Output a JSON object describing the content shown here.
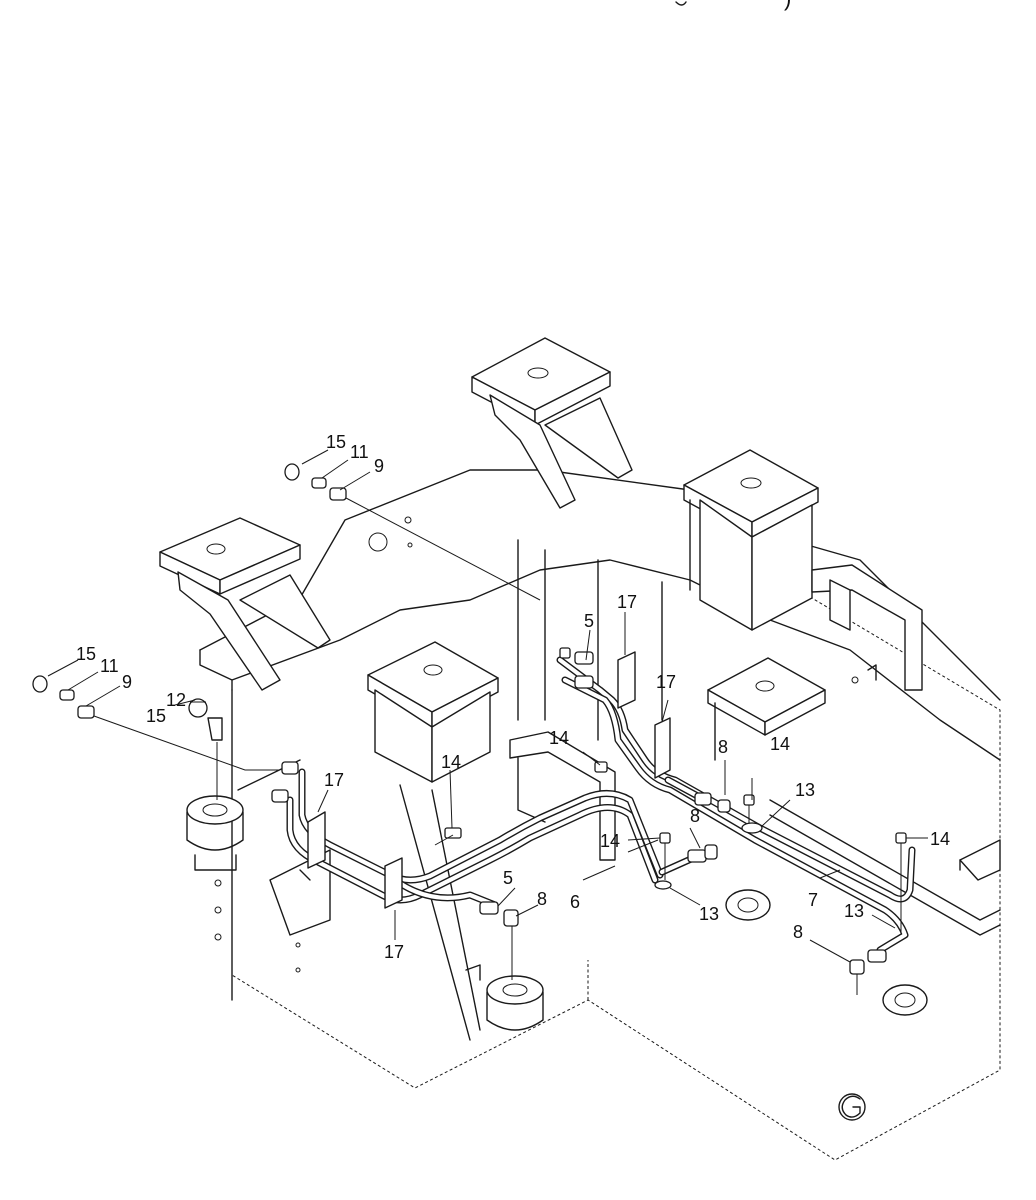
{
  "header": {
    "fragment": ")"
  },
  "callouts": {
    "c15a": "15",
    "c11a": "11",
    "c9a": "9",
    "c15b": "15",
    "c11b": "11",
    "c9b": "9",
    "c12": "12",
    "c15c": "15",
    "c14a": "14",
    "c17a": "17",
    "c17b": "17",
    "c5a": "5",
    "c8a": "8",
    "c6": "6",
    "c13a": "13",
    "c5b": "5",
    "c17c": "17",
    "c17d": "17",
    "c14b": "14",
    "c8b": "8",
    "c14c": "14",
    "c13b": "13",
    "c8c": "8",
    "c14d": "14",
    "c14e": "14",
    "c7": "7",
    "c13c": "13",
    "c8d": "8"
  },
  "colors": {
    "line": "#1a1a1a",
    "background": "#ffffff"
  },
  "icons": {
    "corner_mark": "circled-g-icon"
  }
}
